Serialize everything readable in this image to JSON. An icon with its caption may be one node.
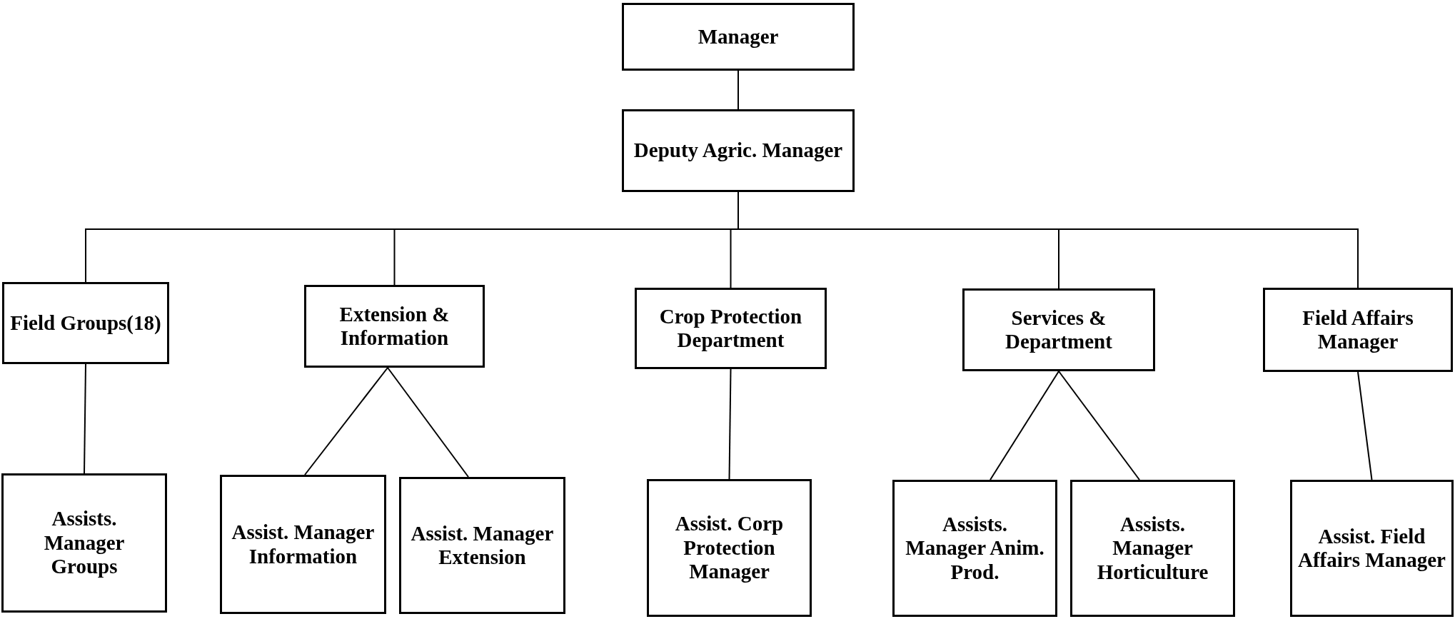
{
  "diagram": {
    "nodes": [
      {
        "text": [
          "Manager"
        ]
      },
      {
        "text": [
          "Deputy Agric. Manager"
        ]
      },
      {
        "text": [
          "Field Groups(18)"
        ]
      },
      {
        "text": [
          "Extension & Information"
        ]
      },
      {
        "text": [
          "Crop Protection Department"
        ]
      },
      {
        "text": [
          "Services & Department"
        ]
      },
      {
        "text": [
          "Field Affairs Manager"
        ]
      },
      {
        "text": [
          "Assists. Manager Groups"
        ]
      },
      {
        "text": [
          "Assist. Manager Information"
        ]
      },
      {
        "text": [
          "Assist. Manager Extension"
        ]
      },
      {
        "text": [
          "Assist. Corp Protection Manager"
        ]
      },
      {
        "text": [
          "Assists. Manager Anim. Prod."
        ]
      },
      {
        "text": [
          "Assists. Manager Horticulture"
        ]
      },
      {
        "text": [
          "Assist. Field Affairs Manager"
        ]
      }
    ],
    "edges": [
      {
        "from": 0,
        "to": 1,
        "arrow": "none"
      },
      {
        "from": 1,
        "to": 2,
        "arrow": "none"
      },
      {
        "from": 1,
        "to": 3,
        "arrow": "none"
      },
      {
        "from": 1,
        "to": 4,
        "arrow": "none"
      },
      {
        "from": 1,
        "to": 5,
        "arrow": "none"
      },
      {
        "from": 1,
        "to": 6,
        "arrow": "none"
      },
      {
        "from": 2,
        "to": 7,
        "arrow": "none"
      },
      {
        "from": 3,
        "to": 8,
        "arrow": "none"
      },
      {
        "from": 3,
        "to": 9,
        "arrow": "none"
      },
      {
        "from": 4,
        "to": 10,
        "arrow": "none"
      },
      {
        "from": 5,
        "to": 11,
        "arrow": "none"
      },
      {
        "from": 5,
        "to": 12,
        "arrow": "none"
      },
      {
        "from": 6,
        "to": 13,
        "arrow": "none"
      }
    ]
  }
}
